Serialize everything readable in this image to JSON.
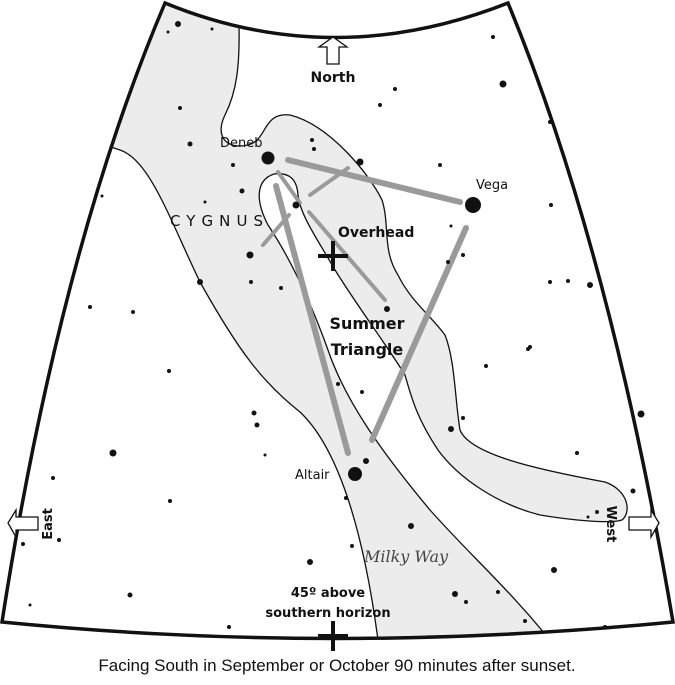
{
  "colors": {
    "milky_way": "#ececec",
    "lines": "#9a9a9a",
    "ink": "#111111"
  },
  "directions": {
    "north": "North",
    "east": "East",
    "west": "West"
  },
  "stars": {
    "deneb": "Deneb",
    "vega": "Vega",
    "altair": "Altair"
  },
  "constellation": "CYGNUS",
  "overhead": "Overhead",
  "asterism": {
    "line1": "Summer",
    "line2": "Triangle"
  },
  "milky_way": "Milky Way",
  "horizon": {
    "line1": "45º above",
    "line2": "southern horizon"
  },
  "caption": "Facing South in September or October 90 minutes after sunset."
}
